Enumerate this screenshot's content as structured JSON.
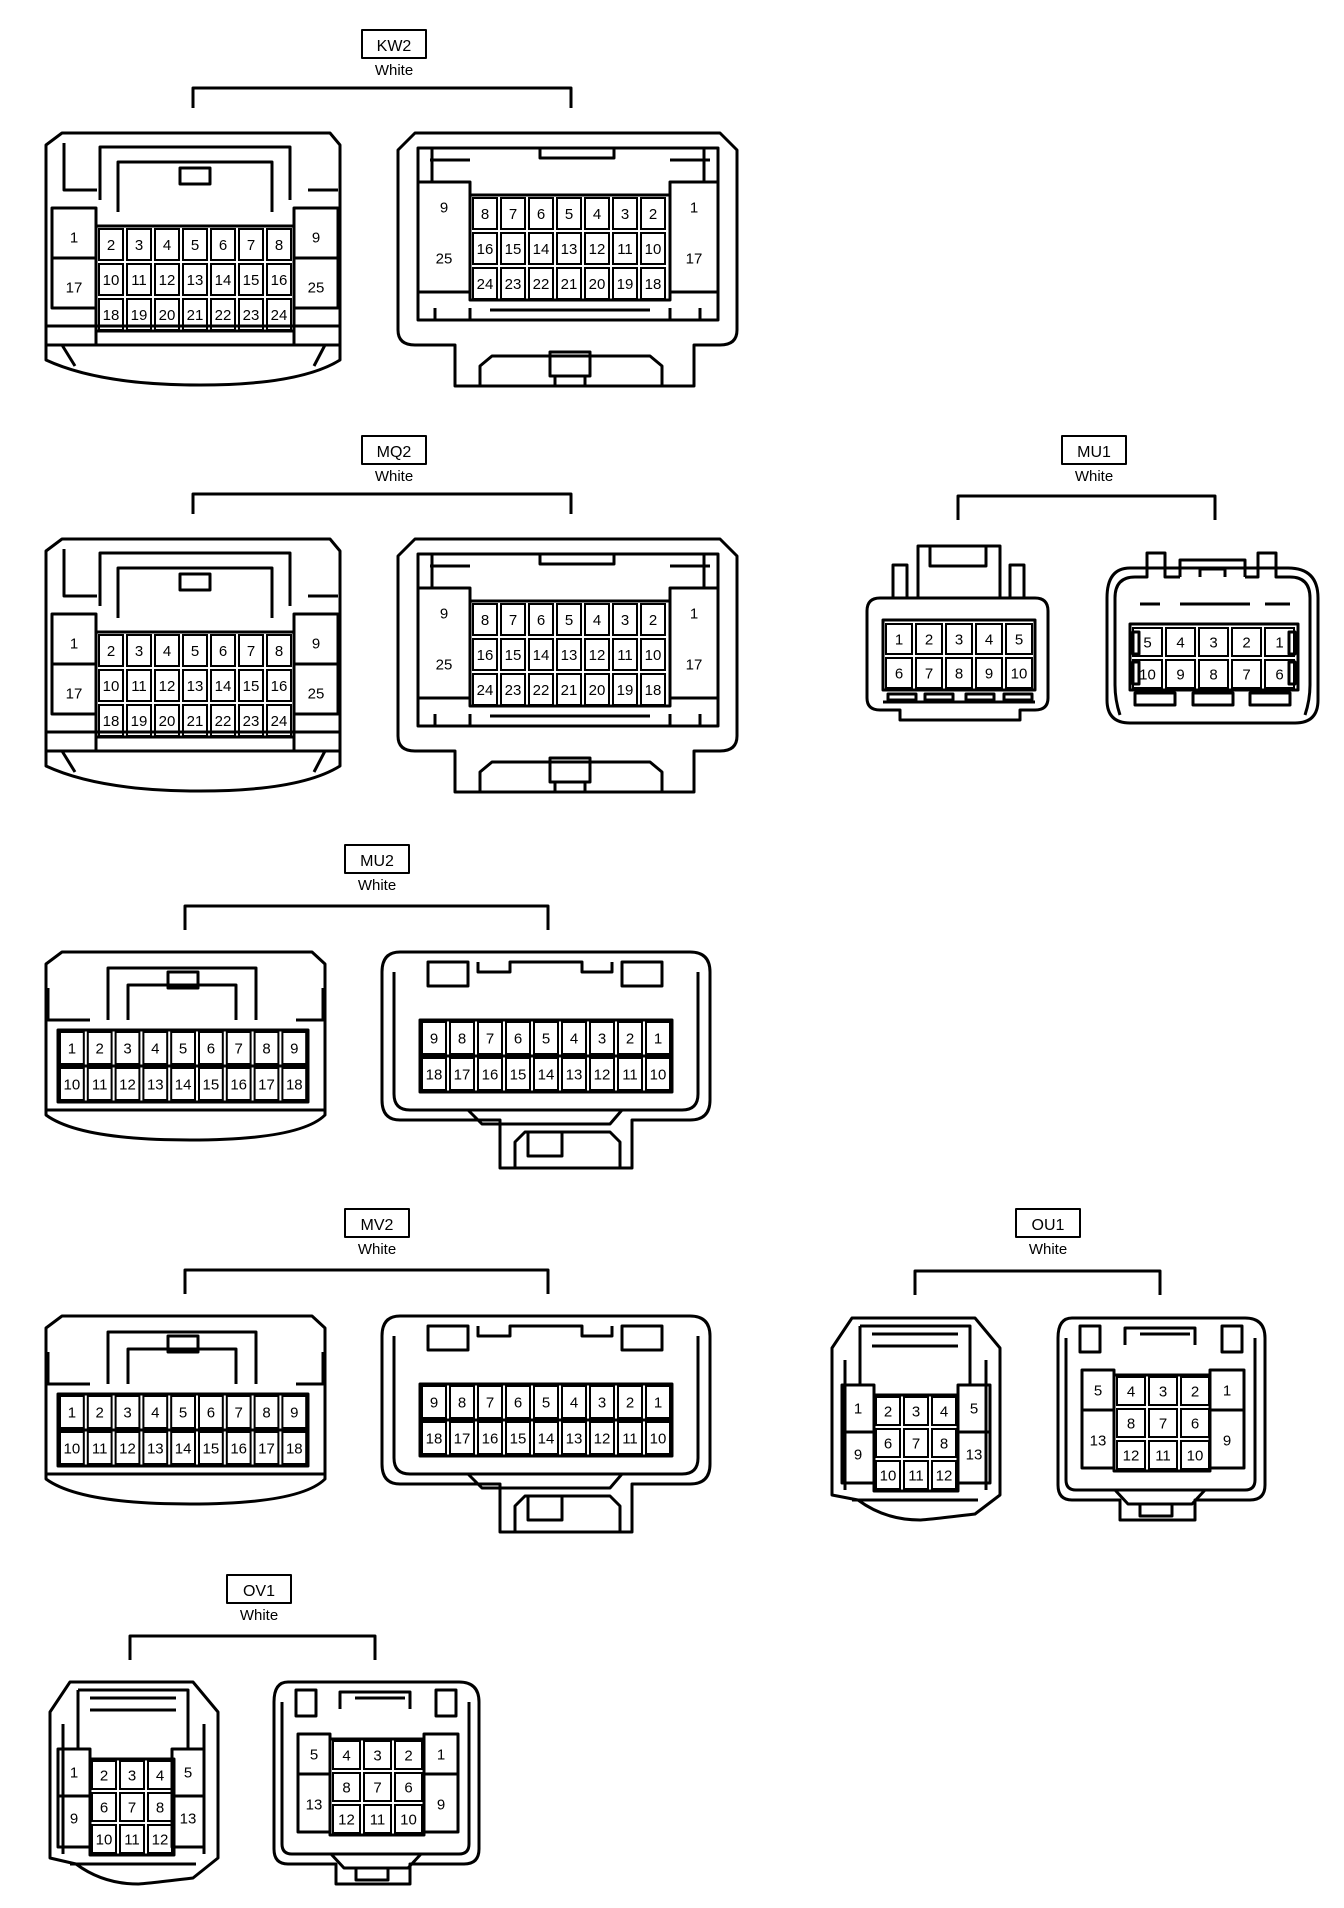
{
  "connectors": [
    {
      "id": "KW2",
      "color": "White",
      "shape": "large-25",
      "left_cavity_rows": [
        [
          "2",
          "3",
          "4",
          "5",
          "6",
          "7",
          "8"
        ],
        [
          "10",
          "11",
          "12",
          "13",
          "14",
          "15",
          "16"
        ],
        [
          "18",
          "19",
          "20",
          "21",
          "22",
          "23",
          "24"
        ]
      ],
      "left_side_pins": {
        "left": [
          "1",
          "17"
        ],
        "right": [
          "9",
          "25"
        ]
      },
      "right_cavity_rows": [
        [
          "8",
          "7",
          "6",
          "5",
          "4",
          "3",
          "2"
        ],
        [
          "16",
          "15",
          "14",
          "13",
          "12",
          "11",
          "10"
        ],
        [
          "24",
          "23",
          "22",
          "21",
          "20",
          "19",
          "18"
        ]
      ],
      "right_side_pins": {
        "left": [
          "9",
          "25"
        ],
        "right": [
          "1",
          "17"
        ]
      }
    },
    {
      "id": "MQ2",
      "color": "White",
      "shape": "large-25",
      "left_cavity_rows": [
        [
          "2",
          "3",
          "4",
          "5",
          "6",
          "7",
          "8"
        ],
        [
          "10",
          "11",
          "12",
          "13",
          "14",
          "15",
          "16"
        ],
        [
          "18",
          "19",
          "20",
          "21",
          "22",
          "23",
          "24"
        ]
      ],
      "left_side_pins": {
        "left": [
          "1",
          "17"
        ],
        "right": [
          "9",
          "25"
        ]
      },
      "right_cavity_rows": [
        [
          "8",
          "7",
          "6",
          "5",
          "4",
          "3",
          "2"
        ],
        [
          "16",
          "15",
          "14",
          "13",
          "12",
          "11",
          "10"
        ],
        [
          "24",
          "23",
          "22",
          "21",
          "20",
          "19",
          "18"
        ]
      ],
      "right_side_pins": {
        "left": [
          "9",
          "25"
        ],
        "right": [
          "1",
          "17"
        ]
      }
    },
    {
      "id": "MU1",
      "color": "White",
      "shape": "small-10",
      "left_cavity_rows": [
        [
          "1",
          "2",
          "3",
          "4",
          "5"
        ],
        [
          "6",
          "7",
          "8",
          "9",
          "10"
        ]
      ],
      "right_cavity_rows": [
        [
          "5",
          "4",
          "3",
          "2",
          "1"
        ],
        [
          "10",
          "9",
          "8",
          "7",
          "6"
        ]
      ]
    },
    {
      "id": "MU2",
      "color": "White",
      "shape": "wide-18",
      "left_cavity_rows": [
        [
          "1",
          "2",
          "3",
          "4",
          "5",
          "6",
          "7",
          "8",
          "9"
        ],
        [
          "10",
          "11",
          "12",
          "13",
          "14",
          "15",
          "16",
          "17",
          "18"
        ]
      ],
      "right_cavity_rows": [
        [
          "9",
          "8",
          "7",
          "6",
          "5",
          "4",
          "3",
          "2",
          "1"
        ],
        [
          "18",
          "17",
          "16",
          "15",
          "14",
          "13",
          "12",
          "11",
          "10"
        ]
      ]
    },
    {
      "id": "MV2",
      "color": "White",
      "shape": "wide-18",
      "left_cavity_rows": [
        [
          "1",
          "2",
          "3",
          "4",
          "5",
          "6",
          "7",
          "8",
          "9"
        ],
        [
          "10",
          "11",
          "12",
          "13",
          "14",
          "15",
          "16",
          "17",
          "18"
        ]
      ],
      "right_cavity_rows": [
        [
          "9",
          "8",
          "7",
          "6",
          "5",
          "4",
          "3",
          "2",
          "1"
        ],
        [
          "18",
          "17",
          "16",
          "15",
          "14",
          "13",
          "12",
          "11",
          "10"
        ]
      ]
    },
    {
      "id": "OU1",
      "color": "White",
      "shape": "square-13",
      "left_cavity_rows": [
        [
          "2",
          "3",
          "4"
        ],
        [
          "6",
          "7",
          "8"
        ],
        [
          "10",
          "11",
          "12"
        ]
      ],
      "left_side_pins": {
        "left": [
          "1",
          "9"
        ],
        "right": [
          "5",
          "13"
        ]
      },
      "right_cavity_rows": [
        [
          "4",
          "3",
          "2"
        ],
        [
          "8",
          "7",
          "6"
        ],
        [
          "12",
          "11",
          "10"
        ]
      ],
      "right_side_pins": {
        "left": [
          "5",
          "13"
        ],
        "right": [
          "1",
          "9"
        ]
      }
    },
    {
      "id": "OV1",
      "color": "White",
      "shape": "square-13",
      "left_cavity_rows": [
        [
          "2",
          "3",
          "4"
        ],
        [
          "6",
          "7",
          "8"
        ],
        [
          "10",
          "11",
          "12"
        ]
      ],
      "left_side_pins": {
        "left": [
          "1",
          "9"
        ],
        "right": [
          "5",
          "13"
        ]
      },
      "right_cavity_rows": [
        [
          "4",
          "3",
          "2"
        ],
        [
          "8",
          "7",
          "6"
        ],
        [
          "12",
          "11",
          "10"
        ]
      ],
      "right_side_pins": {
        "left": [
          "5",
          "13"
        ],
        "right": [
          "1",
          "9"
        ]
      }
    }
  ]
}
